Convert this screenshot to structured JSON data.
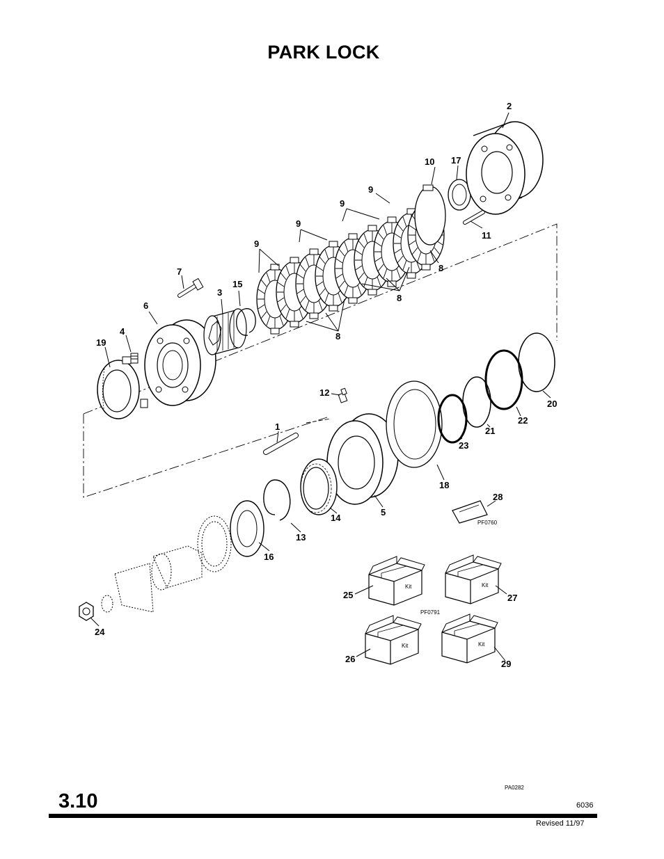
{
  "page": {
    "title": "PARK LOCK",
    "section_number": "3.10",
    "doc_number": "6036",
    "revised": "Revised 11/97"
  },
  "figure_refs": {
    "main": "PA0282",
    "kit_boxes": "PF0791",
    "sealant_tube": "PF0760"
  },
  "kit_label": "Kit",
  "callouts": {
    "c1": "1",
    "c2": "2",
    "c3": "3",
    "c4": "4",
    "c5": "5",
    "c6": "6",
    "c7": "7",
    "c8a": "8",
    "c8b": "8",
    "c8c": "8",
    "c9a": "9",
    "c9b": "9",
    "c9c": "9",
    "c9d": "9",
    "c10": "10",
    "c11": "11",
    "c12": "12",
    "c13": "13",
    "c14": "14",
    "c15": "15",
    "c16": "16",
    "c17": "17",
    "c18": "18",
    "c19": "19",
    "c20": "20",
    "c21": "21",
    "c22": "22",
    "c23": "23",
    "c24": "24",
    "c25": "25",
    "c26": "26",
    "c27": "27",
    "c28": "28",
    "c29": "29"
  }
}
